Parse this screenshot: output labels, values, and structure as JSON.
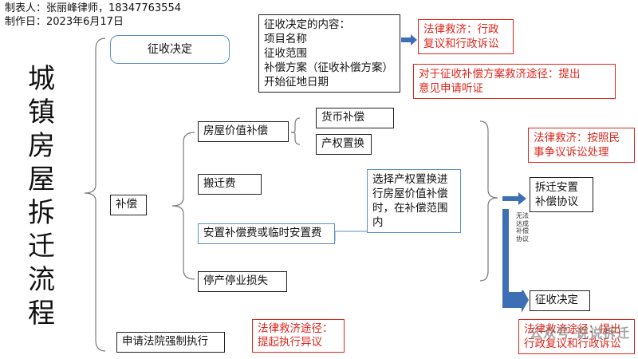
{
  "header": {
    "author": "制表人：张丽峰律师，18347763554",
    "date": "制作日：2023年6月17日"
  },
  "title": "城镇房屋拆迁流程",
  "nodes": {
    "zhengshou_jueding": "征收决定",
    "decision_content": "征收决定的内容：\n项目名称\n征收范围\n补偿方案（征收补偿方案）\n开始征地日期",
    "remedy_admin": "法律救济：行政\n复议和行政诉讼",
    "remedy_hearing": "对于征收补偿方案救济途径：提出\n意见申请听证",
    "buchang": "补偿",
    "house_value": "房屋价值补偿",
    "currency": "货币补偿",
    "property_swap": "产权置换",
    "relocation_fee": "搬迁费",
    "swap_note": "选择产权置换进\n行房屋价值补偿\n时，在补偿范围\n内",
    "resettlement_fee": "安置补偿费或临时安置费",
    "business_loss": "停产停业损失",
    "remedy_civil": "法律救济：按照民\n事争议诉讼处理",
    "agreement": "拆迁安置\n补偿协议",
    "no_agreement": "无法达成补偿协议",
    "final_decision": "征收决定",
    "remedy_final": "法律救济途径：提出\n行政复议和行政诉讼",
    "court_enforce": "申请法院强制执行",
    "remedy_objection": "法律救济途径：\n提起执行异议"
  },
  "watermark": "公众号·说说拆迁",
  "colors": {
    "red": "#e0251b",
    "blue_arrow": "#3d6fb5",
    "box_blue": "#5b8fc7"
  }
}
